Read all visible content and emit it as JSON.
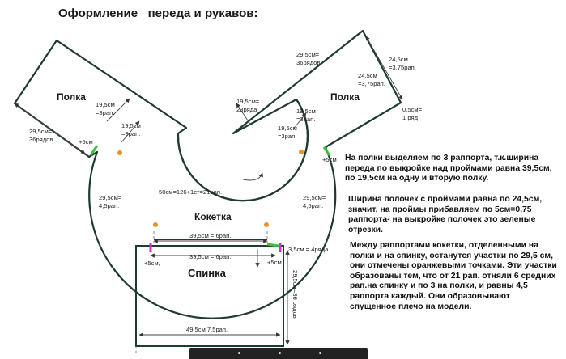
{
  "title": "Оформление   переда и рукавов:",
  "panels": {
    "left_shelf": "Полка",
    "right_shelf": "Полка",
    "yoke": "Кокетка",
    "back": "Спинка"
  },
  "labels": {
    "l_top_19": "19,5см",
    "l_top_3rap": "=3рап.",
    "l_mid_19": "19,5см",
    "l_mid_3rap": "=3рап.",
    "l_side_29": "29,5см=",
    "l_side_36": "36рядов",
    "l_5cm": "+5см",
    "r_top_29": "29,5см=",
    "r_top_36": "36рядов",
    "r_24_a": "24,5см",
    "r_24_a2": "=3,75рап.",
    "r_24_b": "24,5см",
    "r_24_b2": "=3,75рап.",
    "r_05": "0,5см=",
    "r_1row": "1 ряд",
    "c_19": "19,5см=",
    "c_23": "23ряда",
    "r_19_a": "19,5см",
    "r_19_a2": "=3рап.",
    "r_19_b": "19,5см",
    "r_19_b2": "=3рап.",
    "r_5cm": "+5см",
    "neck": "50см=126+1ст=21рап.",
    "yoke_l1": "29,5см=",
    "yoke_l2": "4,5рап.",
    "yoke_r1": "29,5см=",
    "yoke_r2": "4,5рап.",
    "yoke_bottom": "39,5см = 6рап.",
    "back_top": "39,5см = 6рап.",
    "back_l5": "+5см,",
    "back_r5": "+5см",
    "back_35": "3,5см = 4ряда",
    "back_side": "29,5см=36 рядов",
    "back_bottom": "49,5см  7,5рап."
  },
  "notes": [
    [
      "На полки выделяем по 3 раппорта, т.к.ширина",
      "переда по выкройке над проймами равна 39,5см,",
      "по 19,5см на  одну и вторую полку."
    ],
    [
      "Ширина полочек с проймами равна по 24,5см,",
      "значит, на проймы прибавляем по 5см=0,75",
      "раппорта- на выкройке полочек это зеленые",
      "отрезки."
    ],
    [
      "Между раппортами кокетки, отделенными на",
      "полки и на спинку, останутся участки по 29,5 см,",
      "они отмечены оранжевыми точками. Эти участки",
      "образованы тем, что от 21 рап. отняли 6 средних",
      "рап.на спинку и по 3 на полки, и равны 4,5",
      "раппорта каждый.  Они образовывают",
      "спущенное плечо на модели."
    ]
  ],
  "colors": {
    "outline": "#1f3a2e",
    "dim": "#333333",
    "green": "#3cc13c",
    "orange": "#e8922a",
    "magenta": "#cc33cc"
  }
}
